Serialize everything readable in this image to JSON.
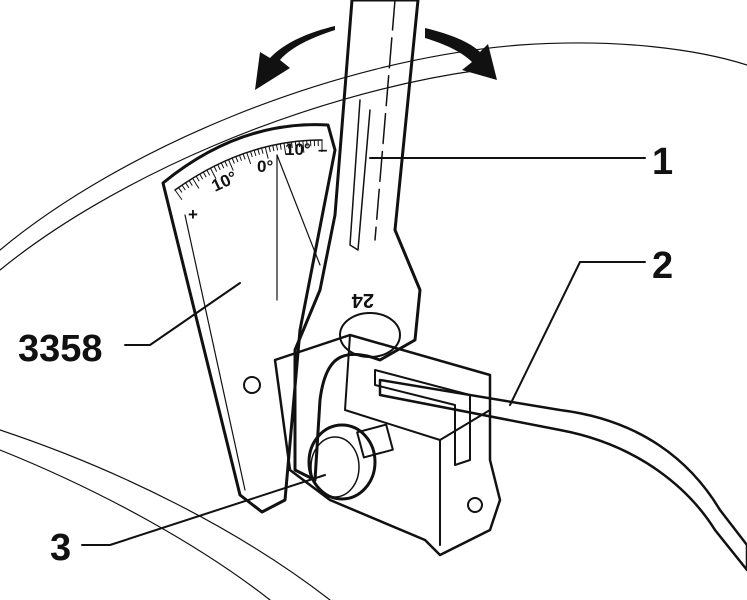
{
  "callouts": {
    "wrench": "1",
    "rod": "2",
    "knob": "3",
    "tool": "3358"
  },
  "gauge_scale": {
    "plus": "+",
    "left_10": "10°",
    "zero": "0°",
    "right_10": "10°",
    "minus": "–"
  },
  "wrench_size": "24"
}
